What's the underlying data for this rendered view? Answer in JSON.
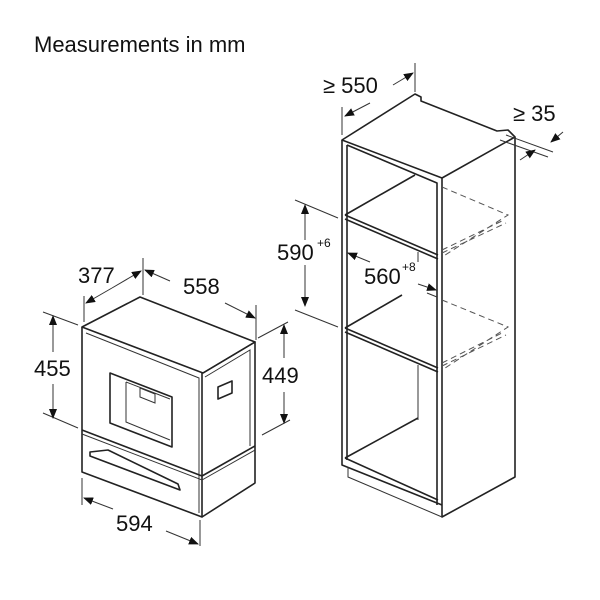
{
  "title": "Measurements in mm",
  "appliance": {
    "depth": "377",
    "width_top": "558",
    "height_front": "455",
    "height_side": "449",
    "width_front": "594"
  },
  "cabinet": {
    "depth_min": "≥ 550",
    "ventilation_gap": "≥ 35",
    "niche_height": "590",
    "niche_height_tol": "+6",
    "niche_width": "560",
    "niche_width_tol": "+8"
  }
}
